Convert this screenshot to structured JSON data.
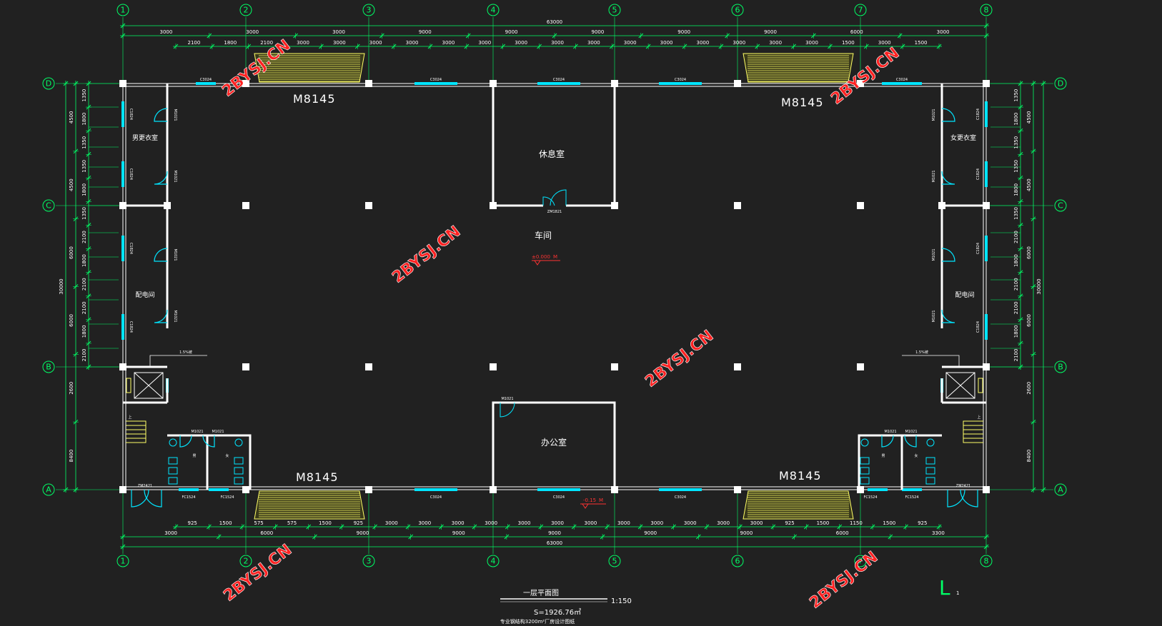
{
  "grid_columns": [
    "1",
    "2",
    "3",
    "4",
    "5",
    "6",
    "7",
    "8"
  ],
  "grid_rows": [
    "D",
    "C",
    "B",
    "A"
  ],
  "dims": {
    "total_width": "63000",
    "top_row1": [
      "3000",
      "3000",
      "3000",
      "9000",
      "9000",
      "9000",
      "9000",
      "9000",
      "6000",
      "3000"
    ],
    "top_row2": [
      "2100",
      "1800",
      "2100",
      "3000",
      "3000",
      "3000",
      "3000",
      "3000",
      "3000",
      "3000",
      "3000",
      "3000",
      "3000",
      "3000",
      "3000",
      "3000",
      "3000",
      "3000",
      "1500",
      "3000",
      "1500"
    ],
    "bottom_row1": [
      "925",
      "1500",
      "575",
      "575",
      "1500",
      "925",
      "3000",
      "3000",
      "3000",
      "3000",
      "3000",
      "3000",
      "3000",
      "3000",
      "3000",
      "3000",
      "3000",
      "3000",
      "925",
      "1500",
      "1150",
      "1500",
      "925"
    ],
    "bottom_row2": [
      "3000",
      "6000",
      "9000",
      "9000",
      "9000",
      "9000",
      "9000",
      "6000",
      "3300"
    ],
    "left_outer": "30000",
    "left_mid": [
      "4500",
      "4500",
      "6000",
      "6000",
      "2600",
      "8400"
    ],
    "left_inner": [
      "1350",
      "1800",
      "1350",
      "1350",
      "1800",
      "1350",
      "2100",
      "1800",
      "2100",
      "2100",
      "1800",
      "2100"
    ],
    "right_outer": "30000",
    "right_mid": [
      "4500",
      "4500",
      "6000",
      "6000",
      "2600",
      "8400"
    ],
    "right_inner": [
      "1350",
      "1800",
      "1350",
      "1350",
      "1800",
      "1350",
      "2100",
      "1800",
      "2100",
      "2100",
      "1800",
      "2100"
    ]
  },
  "doors": {
    "m8145": "M8145",
    "m1021": "M1021",
    "zm1821": "ZM1821",
    "zm2421": "ZM2421",
    "c3024": "C3024",
    "c1824": "C1824",
    "fc1524": "FC1524"
  },
  "rooms": {
    "workshop": "车间",
    "rest_room": "休息室",
    "office": "办公室",
    "men_changing": "男更衣室",
    "women_changing": "女更衣室",
    "distribution_left": "配电间",
    "distribution_right": "配电间",
    "wc_men": "男",
    "wc_women": "女"
  },
  "elevations": {
    "floor": "±0.000",
    "floor_mark": "M",
    "outdoor": "-0.15",
    "outdoor_mark": "M"
  },
  "notes": {
    "slope_left": "1.5%坡",
    "slope_right": "1.5%坡",
    "stair_up": "上"
  },
  "title_block": {
    "title": "一层平面图",
    "scale": "1:150",
    "area": "S=1926.76㎡",
    "subtitle": "专业钢结构3200m²厂房设计图纸"
  },
  "watermark": "2BYSJ.CN",
  "north_mark": "L",
  "north_sub": "1",
  "colors": {
    "background": "#212121",
    "wall": "#ffffff",
    "dimension": "#00ff66",
    "window": "#00e5ff",
    "door_fill": "#ffff66",
    "elevation": "#ff3333",
    "watermark": "#ff2222"
  }
}
